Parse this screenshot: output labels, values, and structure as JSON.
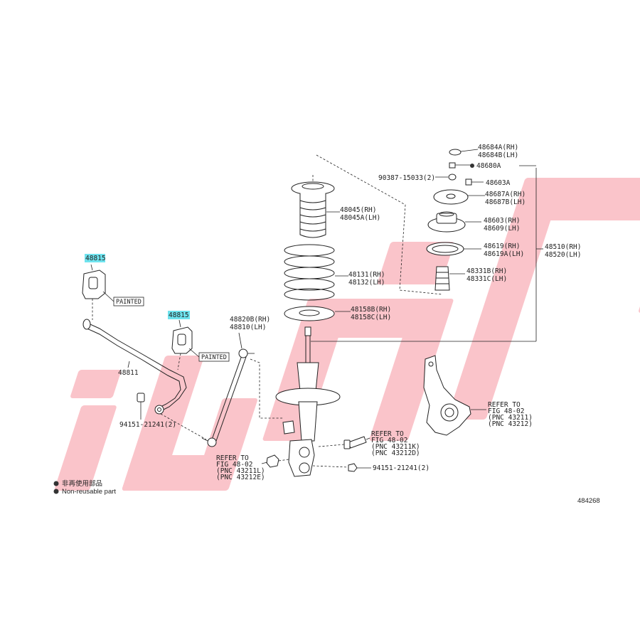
{
  "watermark": {
    "color": "#f15a6a",
    "opacity": 0.35
  },
  "highlight_color": "#6fe3ee",
  "parts": {
    "stab_bushing_1": "48815",
    "stab_bushing_2": "48815",
    "painted_1": "PAINTED",
    "painted_2": "PAINTED",
    "stab_bar": "48811",
    "stab_bolt": "94151-21241(2)",
    "link_rh": "48820B(RH)",
    "link_lh": "48810(LH)",
    "boot_rh": "48045(RH)",
    "boot_lh": "48045A(LH)",
    "spring_rh": "48131(RH)",
    "spring_lh": "48132(LH)",
    "seat_rh": "48158B(RH)",
    "seat_lh": "48158C(LH)",
    "cap_rh": "48684A(RH)",
    "cap_lh": "48684B(LH)",
    "nut_top": "48680A",
    "bolt_small": "90387-15033(2)",
    "nut_603": "48603A",
    "plate_rh": "48687A(RH)",
    "plate_lh": "48687B(LH)",
    "support_rh": "48603(RH)",
    "support_lh": "48609(LH)",
    "insulator_rh": "48619(RH)",
    "insulator_lh": "48619A(LH)",
    "bumper_rh": "48331B(RH)",
    "bumper_lh": "48331C(LH)",
    "strut_rh": "48510(RH)",
    "strut_lh": "48520(LH)",
    "bolt_nut": "94151-21241(2)"
  },
  "refs": {
    "knuckle": [
      "REFER TO",
      "FIG 48-02",
      "(PNC 43211)",
      "(PNC 43212)"
    ],
    "bolt": [
      "REFER TO",
      "FIG 48-02",
      "(PNC 43211K)",
      "(PNC 43212D)"
    ],
    "nut": [
      "REFER TO",
      "FIG 48-02",
      "(PNC 43211L)",
      "(PNC 43212E)"
    ]
  },
  "legend": {
    "line1": "非再使用部品",
    "line2": "Non-reusable part"
  },
  "figure_number": "484268"
}
